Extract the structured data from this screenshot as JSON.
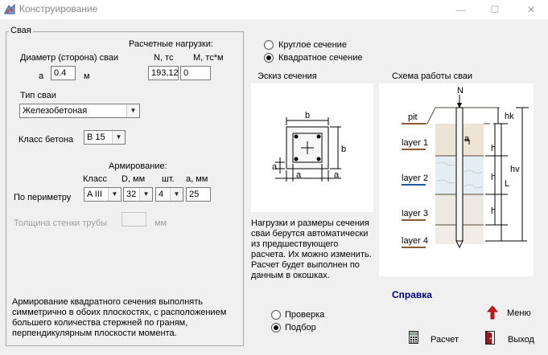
{
  "window": {
    "title": "Конструирование",
    "minimize_glyph": "—",
    "maximize_glyph": "☐",
    "close_glyph": "✕",
    "icon": "app-icon"
  },
  "pile_group": {
    "legend": "Свая",
    "diameter_label": "Диаметр (сторона) сваи",
    "a_label": "а",
    "a_value": "0.4",
    "a_unit": "м",
    "loads_label": "Расчетные нагрузки:",
    "n_label": "N, тс",
    "n_value": "193,12",
    "m_label": "М, тс*м",
    "m_value": "0",
    "pile_type_label": "Тип сваи",
    "pile_type_value": "Железобетоная",
    "concrete_class_label": "Класс бетона",
    "concrete_class_value": "В 15",
    "reinforcement_label": "Армирование:",
    "col_class": "Класс",
    "col_d": "D, мм",
    "col_count": "шт.",
    "col_a": "а, мм",
    "perimeter_label": "По периметру",
    "rebar_class_value": "A III",
    "rebar_d_value": "32",
    "rebar_count_value": "4",
    "rebar_a_value": "25",
    "wall_label": "Толщина стенки трубы",
    "wall_value": "",
    "wall_unit": "мм",
    "note_lines": [
      "Армирование квадратного сечения выполнять",
      "симметрично в обоих плоскостях, с расположением",
      "большего количества стержней по граням,",
      "перпендикулярным плоскости момента."
    ]
  },
  "section": {
    "round_label": "Круглое сечение",
    "square_label": "Квадратное сечение",
    "selected": "square",
    "sketch_label": "Эскиз сечения",
    "sketch_b_top": "b",
    "sketch_b_right": "b",
    "sketch_a_left": "a",
    "sketch_a_bottom_left": "a",
    "sketch_a_bottom_right": "a"
  },
  "scheme": {
    "label": "Схема работы сваи",
    "layers": [
      "pit",
      "layer 1",
      "layer 2",
      "layer 3",
      "layer 4"
    ],
    "n_label": "N",
    "h_label": "h",
    "hk_label": "hk",
    "hv_label": "hv",
    "l_label": "L",
    "a_label": "a"
  },
  "info_lines": [
    "Нагрузки и размеры сечения",
    "сваи берутся автоматически",
    "из предшествующего",
    "расчета. Их можно изменить.",
    "Расчет будет выполнен по",
    "данным в окошках."
  ],
  "mode": {
    "check_label": "Проверка",
    "select_label": "Подбор",
    "selected": "select"
  },
  "actions": {
    "help_label": "Справка",
    "menu_label": "Меню",
    "calc_label": "Расчет",
    "exit_label": "Выход"
  }
}
